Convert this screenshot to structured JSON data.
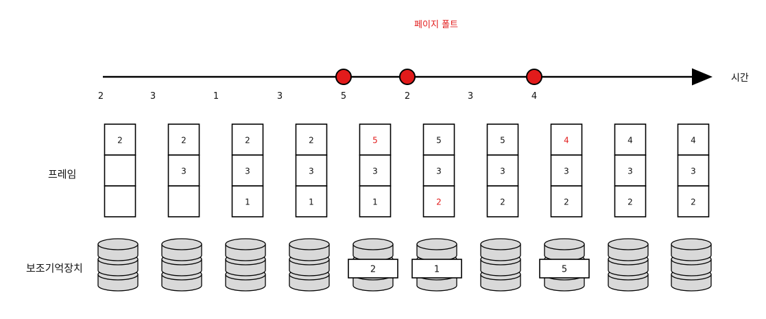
{
  "title": "페이지 폴트",
  "axis_label": "시간",
  "frame_label": "프레임",
  "storage_label": "보조기억장치",
  "colors": {
    "fault": "#e21b1b",
    "line": "#000000",
    "cylinder": "#d9d9d9",
    "text": "#111111"
  },
  "sequence": [
    "2",
    "3",
    "1",
    "3",
    "5",
    "2",
    "3",
    "4"
  ],
  "fault_at": [
    4,
    5,
    7
  ],
  "steps": [
    {
      "frames": [
        "2",
        "",
        ""
      ],
      "fault_slot": -1,
      "disk": ""
    },
    {
      "frames": [
        "2",
        "3",
        ""
      ],
      "fault_slot": -1,
      "disk": ""
    },
    {
      "frames": [
        "2",
        "3",
        "1"
      ],
      "fault_slot": -1,
      "disk": ""
    },
    {
      "frames": [
        "2",
        "3",
        "1"
      ],
      "fault_slot": -1,
      "disk": ""
    },
    {
      "frames": [
        "5",
        "3",
        "1"
      ],
      "fault_slot": 0,
      "disk": "2"
    },
    {
      "frames": [
        "5",
        "3",
        "2"
      ],
      "fault_slot": 2,
      "disk": "1"
    },
    {
      "frames": [
        "5",
        "3",
        "2"
      ],
      "fault_slot": -1,
      "disk": ""
    },
    {
      "frames": [
        "4",
        "3",
        "2"
      ],
      "fault_slot": 0,
      "disk": "5"
    },
    {
      "frames": [
        "4",
        "3",
        "2"
      ],
      "fault_slot": -1,
      "disk": ""
    },
    {
      "frames": [
        "4",
        "3",
        "2"
      ],
      "fault_slot": -1,
      "disk": ""
    }
  ]
}
